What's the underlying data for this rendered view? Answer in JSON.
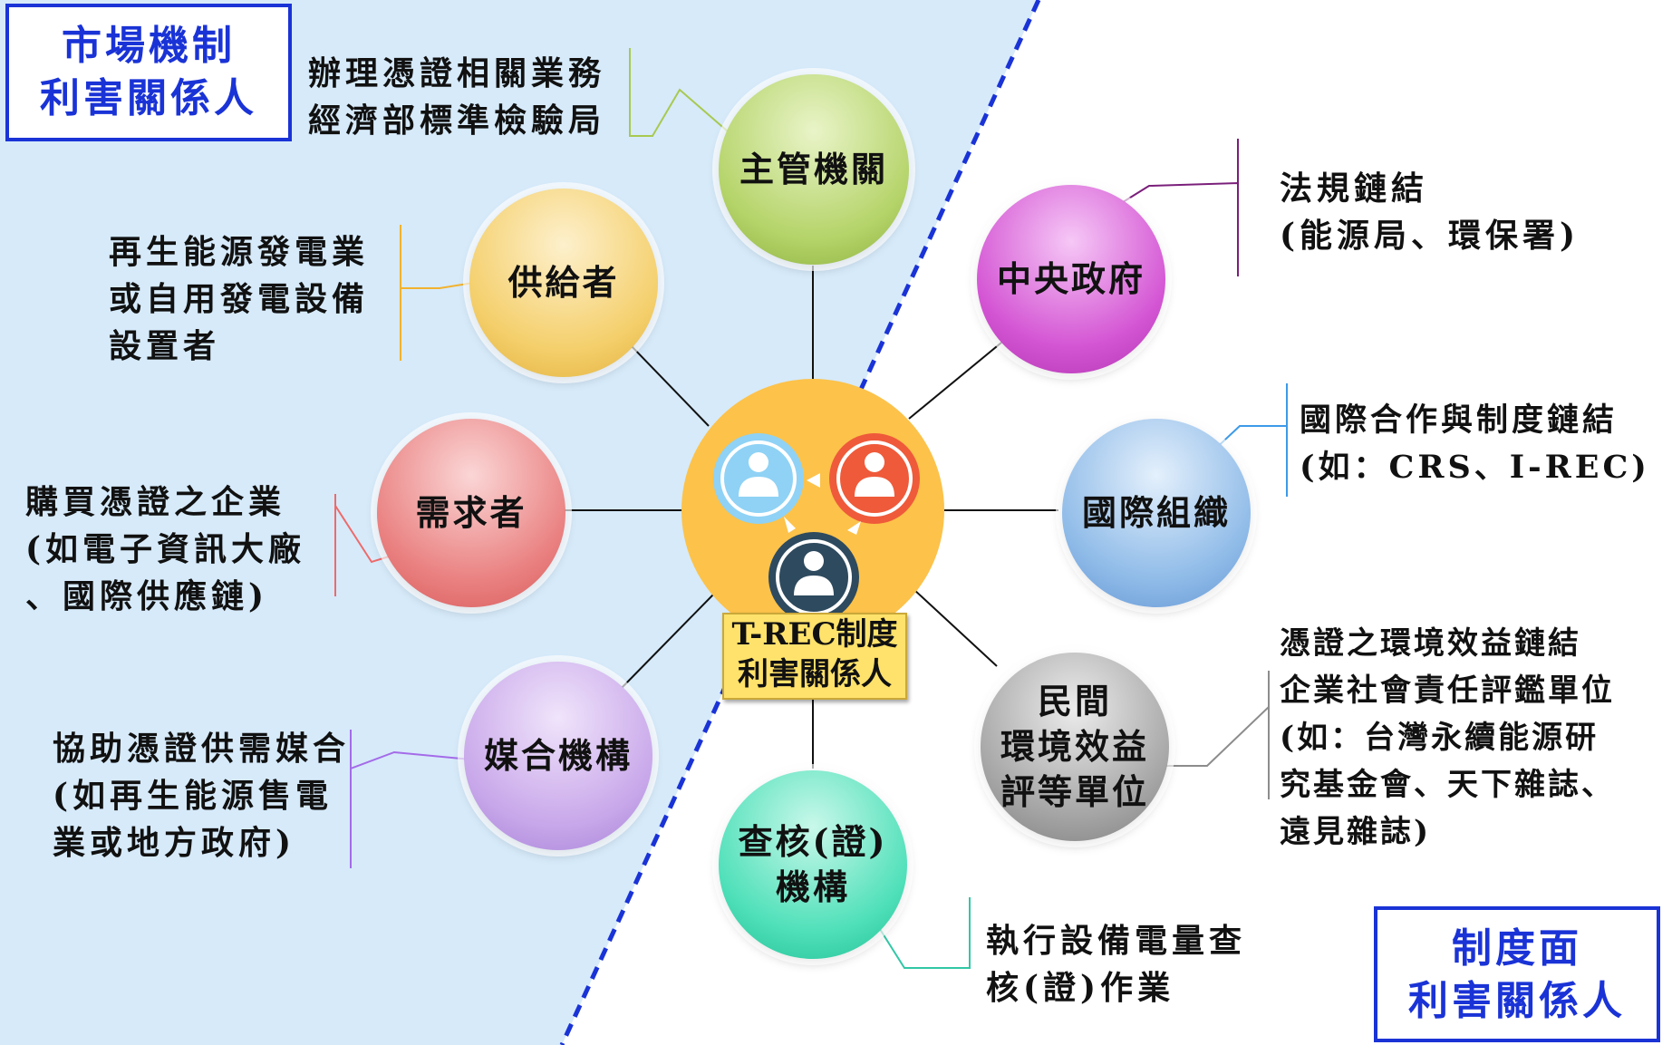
{
  "boxes": {
    "market": {
      "line1": "市場機制",
      "line2": "利害關係人"
    },
    "institution": {
      "line1": "制度面",
      "line2": "利害關係人"
    }
  },
  "center": {
    "line1": "T-REC制度",
    "line2": "利害關係人"
  },
  "nodes": {
    "authority": {
      "label": "主管機關",
      "color": "#b5d46a"
    },
    "supplier": {
      "label": "供給者",
      "color": "#f4cf6b"
    },
    "demander": {
      "label": "需求者",
      "color": "#ea8181"
    },
    "broker": {
      "label": "媒合機構",
      "color": "#c9a8ea"
    },
    "verifier": {
      "line1": "查核(證)",
      "line2": "機構",
      "color": "#4fe0b9"
    },
    "central_gov": {
      "label": "中央政府",
      "color": "#d455d4"
    },
    "intl_org": {
      "label": "國際組織",
      "color": "#8fbbe8"
    },
    "private": {
      "line1": "民間",
      "line2": "環境效益",
      "line3": "評等單位",
      "color": "#a6a6a6"
    }
  },
  "descriptions": {
    "authority": [
      "辦理憑證相關業務",
      "經濟部標準檢驗局"
    ],
    "supplier": [
      "再生能源發電業",
      "或自用發電設備",
      "設置者"
    ],
    "demander": [
      "購買憑證之企業",
      "(如電子資訊大廠",
      "、國際供應鏈)"
    ],
    "broker": [
      "協助憑證供需媒合",
      "(如再生能源售電",
      "業或地方政府)"
    ],
    "verifier": [
      "執行設備電量查",
      "核(證)作業"
    ],
    "central_gov": [
      "法規鏈結",
      "(能源局、環保署)"
    ],
    "intl_org": [
      "國際合作與制度鏈結",
      "(如：CRS、I-REC)"
    ],
    "private": [
      "憑證之環境效益鏈結",
      "企業社會責任評鑑單位",
      "(如：台灣永續能源研",
      "究基金會、天下雜誌、",
      "遠見雜誌)"
    ]
  },
  "colors": {
    "region_fill": "#d6eafa",
    "divider": "#1a33d6",
    "box_border": "#1a33d6",
    "hub": "#fcc24a"
  },
  "icons": [
    "person-icon-blue",
    "person-icon-red",
    "person-icon-dark"
  ]
}
